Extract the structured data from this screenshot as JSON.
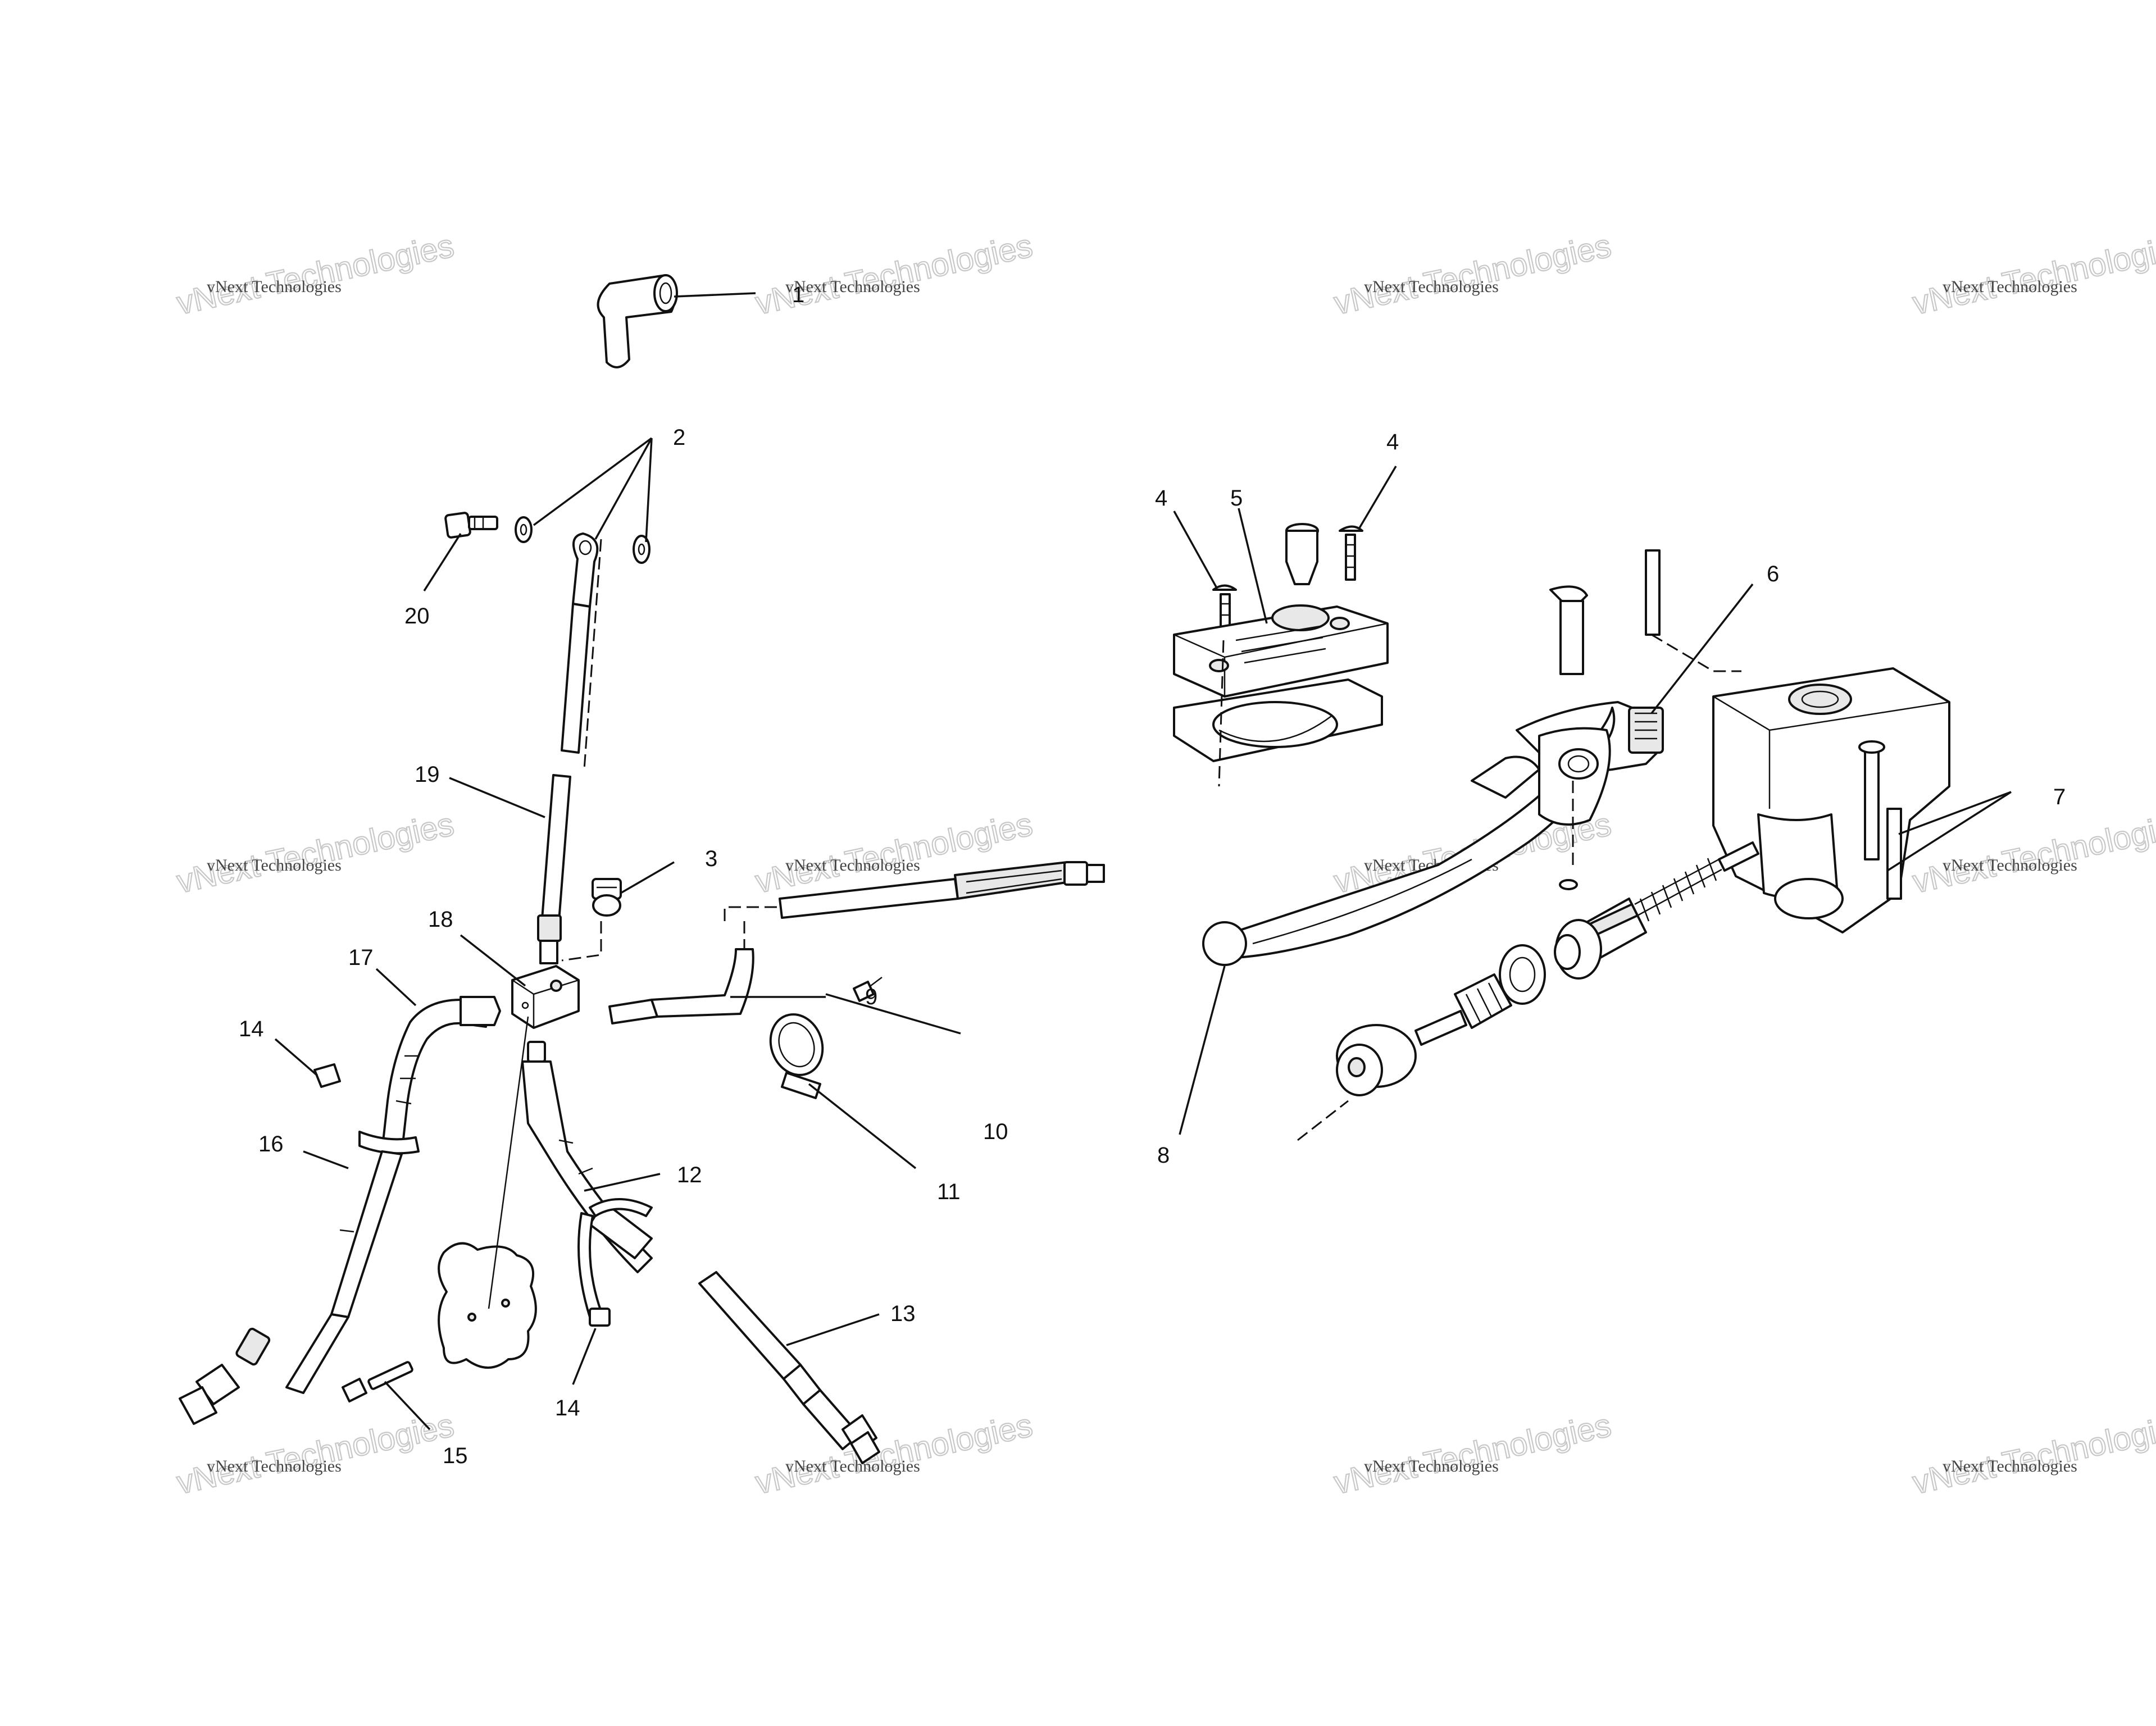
{
  "diagram": {
    "callouts": [
      "1",
      "2",
      "3",
      "4",
      "4",
      "5",
      "6",
      "7",
      "8",
      "9",
      "10",
      "11",
      "12",
      "13",
      "14",
      "14",
      "15",
      "16",
      "17",
      "18",
      "19",
      "20"
    ],
    "watermark": {
      "brand_big": "vNext Technologies",
      "brand_small": "vNext Technologies"
    },
    "colors": {
      "ink": "#111111",
      "paper": "#ffffff",
      "watermark": "#c8c8c8"
    }
  }
}
